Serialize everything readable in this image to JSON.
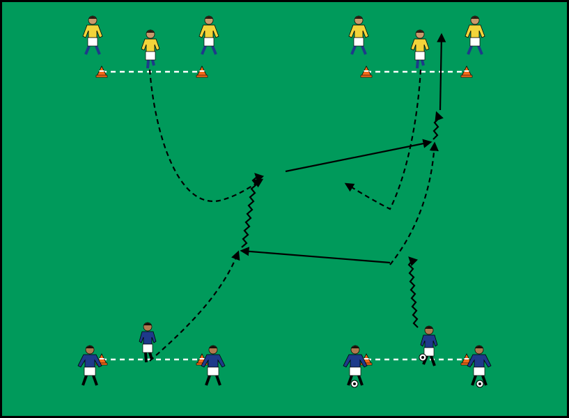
{
  "colors": {
    "pitch": "#009A5B",
    "border": "#000000",
    "yellow_team_shirt": "#F2D43A",
    "blue_team_shirt": "#1E3A8A",
    "shorts": "#FFFFFF",
    "cone": "#F26A1B",
    "line_dashed": "#FFFFFF",
    "runs": "#000000"
  },
  "icons": {
    "player": "player-icon",
    "cone": "cone-icon",
    "ball": "ball-icon"
  },
  "teams": {
    "yellow": {
      "count": 6
    },
    "blue": {
      "count": 6
    }
  },
  "equipment": {
    "cones": 8,
    "balls": 3
  }
}
